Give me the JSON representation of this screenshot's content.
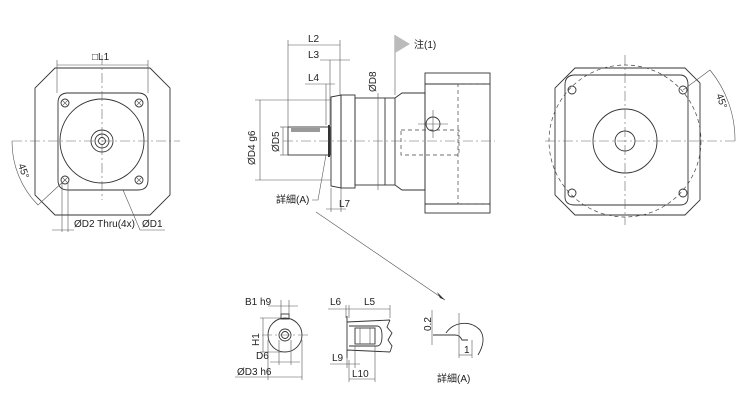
{
  "front_view": {
    "l1_label": "□L1",
    "d2_label": "ØD2 Thru(4x)",
    "d1_label": "ØD1",
    "angle_label": "45°"
  },
  "side_view": {
    "l2_label": "L2",
    "l3_label": "L3",
    "l4_label": "L4",
    "d8_label": "ØD8",
    "note_label": "注(1)",
    "d4_label": "ØD4 g6",
    "d5_label": "ØD5",
    "detail_ref_label": "詳細(A)",
    "l7_label": "L7"
  },
  "rear_view": {
    "angle_label": "45°"
  },
  "key_view": {
    "b1_label": "B1 h9",
    "h1_label": "H1",
    "d6_label": "D6",
    "d3_label": "ØD3 h6"
  },
  "shaft_section": {
    "l6_label": "L6",
    "l5_label": "L5",
    "l9_label": "L9",
    "l10_label": "L10"
  },
  "detail_a": {
    "dim_02_label": "0.2",
    "dim_1_label": "1",
    "title_label": "詳細(A)"
  }
}
